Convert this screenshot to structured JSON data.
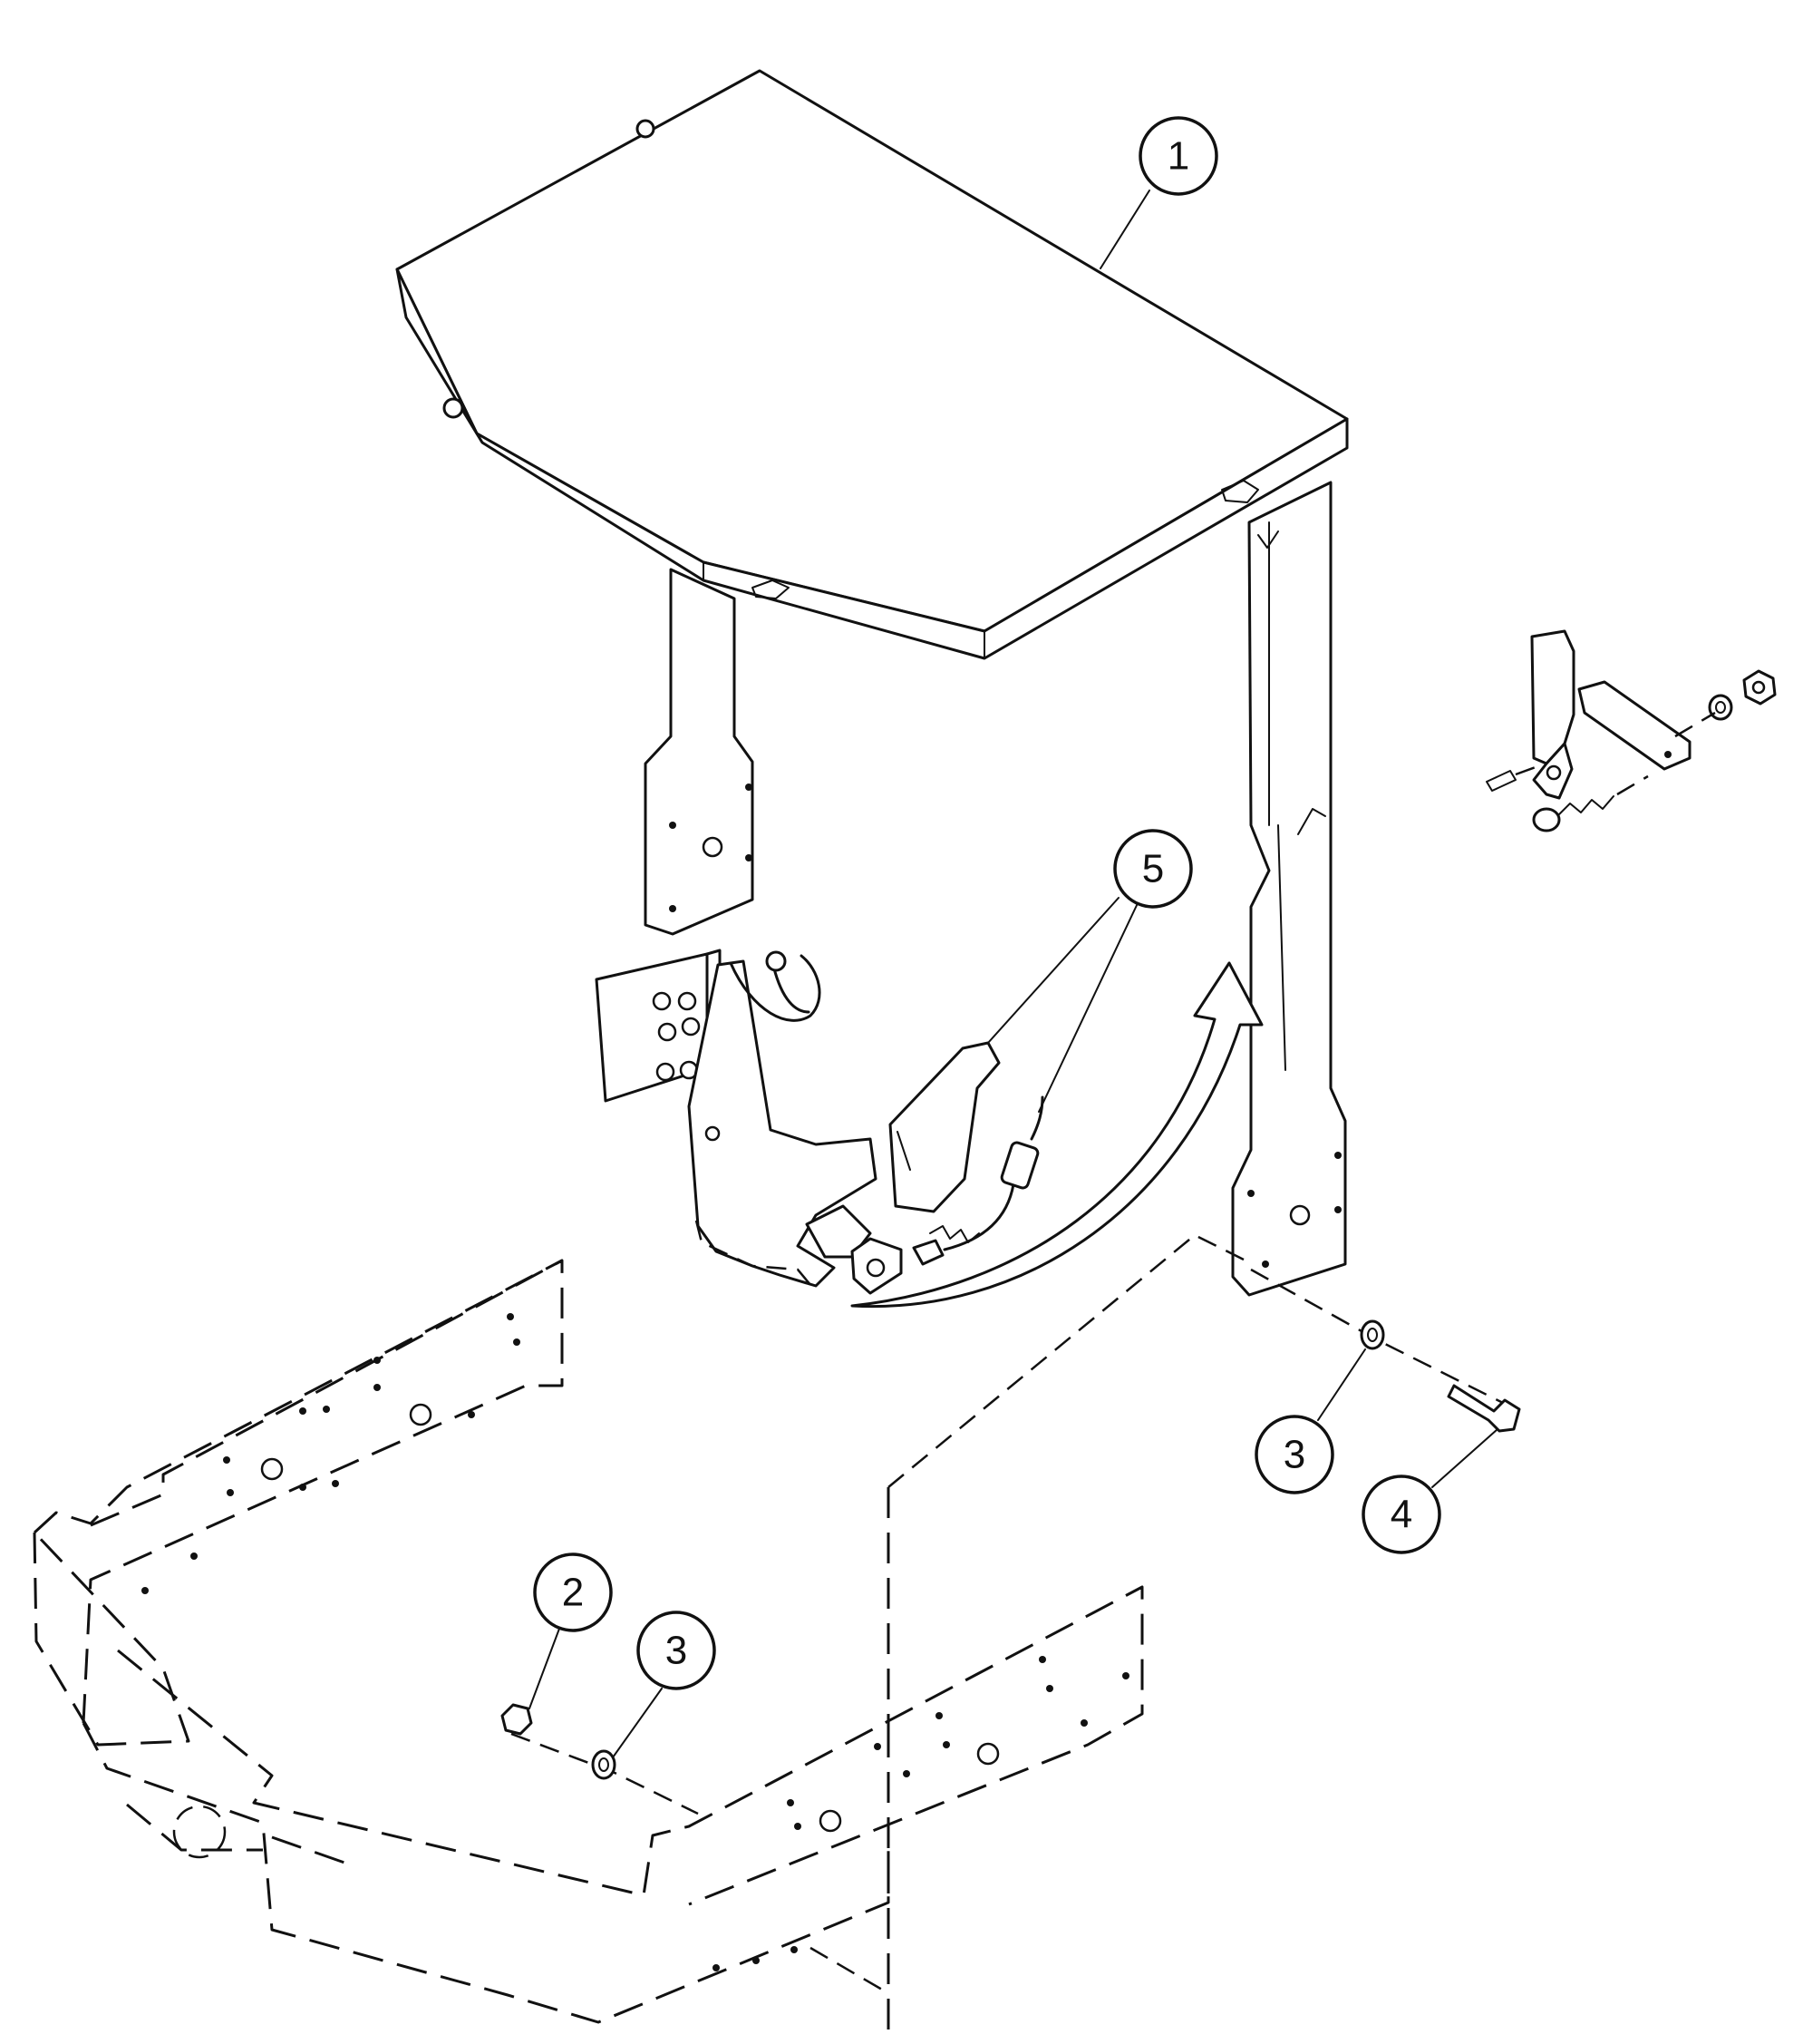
{
  "callouts": [
    {
      "id": "c1",
      "label": "1"
    },
    {
      "id": "c2",
      "label": "2"
    },
    {
      "id": "c3a",
      "label": "3"
    },
    {
      "id": "c3b",
      "label": "3"
    },
    {
      "id": "c4",
      "label": "4"
    },
    {
      "id": "c5",
      "label": "5"
    }
  ]
}
